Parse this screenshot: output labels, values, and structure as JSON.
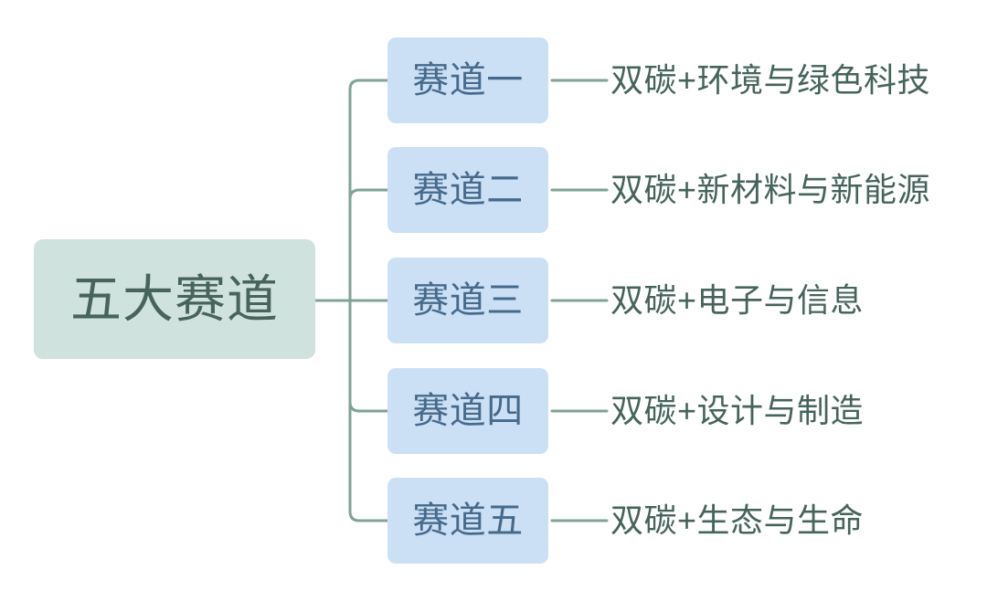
{
  "diagram": {
    "type": "mindmap",
    "orientation": "left-to-right",
    "root": {
      "label": "五大赛道"
    },
    "branches": [
      {
        "node_label": "赛道一",
        "leaf_label": "双碳+环境与绿色科技"
      },
      {
        "node_label": "赛道二",
        "leaf_label": "双碳+新材料与新能源"
      },
      {
        "node_label": "赛道三",
        "leaf_label": "双碳+电子与信息"
      },
      {
        "node_label": "赛道四",
        "leaf_label": "双碳+设计与制造"
      },
      {
        "node_label": "赛道五",
        "leaf_label": "双碳+生态与生命"
      }
    ],
    "colors": {
      "background": "#ffffff",
      "root_fill": "#d0e2dd",
      "root_text": "#46645c",
      "branch_fill": "#cce0f5",
      "branch_text": "#466a8c",
      "leaf_text": "#46645c",
      "connector": "#7fa396"
    }
  }
}
